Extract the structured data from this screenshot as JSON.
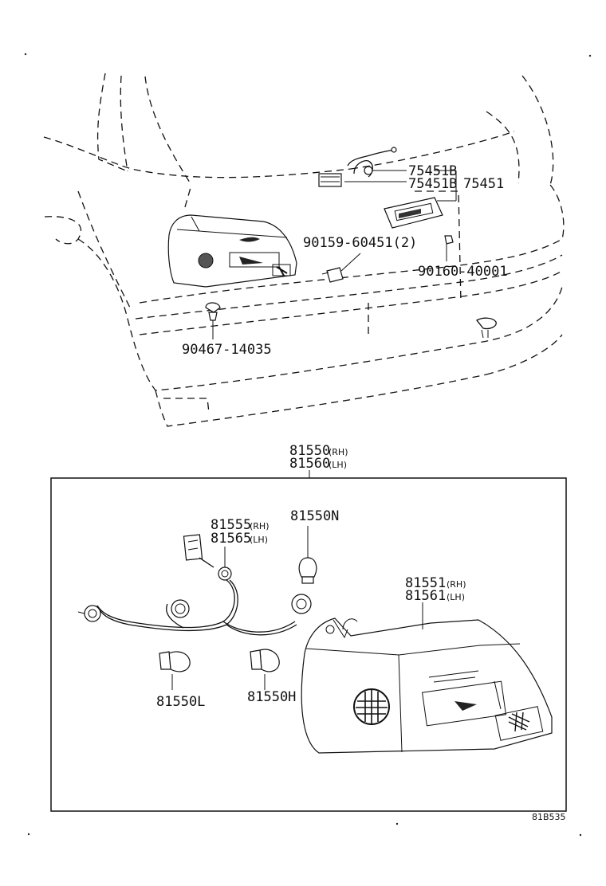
{
  "parts": {
    "p75451b": "75451B",
    "p75451": "75451",
    "p90159": "90159-60451(2)",
    "p90160": "90160-40001",
    "p90467": "90467-14035",
    "p81550": "81550",
    "p81560": "81560",
    "p81555": "81555",
    "p81565": "81565",
    "p81550n": "81550N",
    "p81551": "81551",
    "p81561": "81561",
    "p81550l": "81550L",
    "p81550h": "81550H"
  },
  "sides": {
    "rh": "(RH)",
    "lh": "(LH)"
  },
  "diagram_code": "81B535"
}
